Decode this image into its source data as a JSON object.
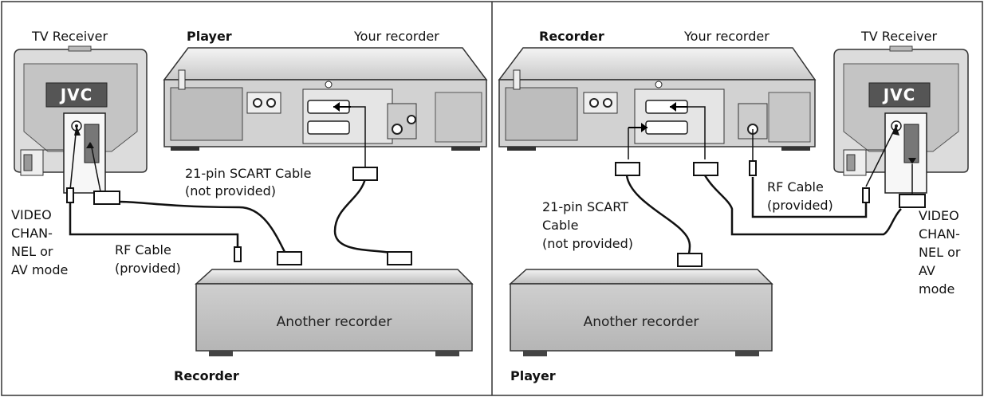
{
  "left_panel": {
    "tv_label": "TV Receiver",
    "tv_logo": "JVC",
    "player_label": "Player",
    "your_recorder_label": "Your recorder",
    "scart_line1": "21-pin SCART Cable",
    "scart_line2": "(not provided)",
    "video_lines": [
      "VIDEO",
      "CHAN-",
      "NEL or",
      "AV mode"
    ],
    "rf_line1": "RF Cable",
    "rf_line2": "(provided)",
    "another_recorder_label": "Another recorder",
    "recorder_label": "Recorder"
  },
  "right_panel": {
    "recorder_label": "Recorder",
    "your_recorder_label": "Your recorder",
    "tv_label": "TV Receiver",
    "tv_logo": "JVC",
    "rf_line1": "RF Cable",
    "rf_line2": "(provided)",
    "scart_lines": [
      "21-pin SCART",
      "Cable",
      "(not provided)"
    ],
    "video_lines": [
      "VIDEO",
      "CHAN-",
      "NEL or",
      "AV",
      "mode"
    ],
    "another_recorder_label": "Another recorder",
    "player_label": "Player"
  }
}
